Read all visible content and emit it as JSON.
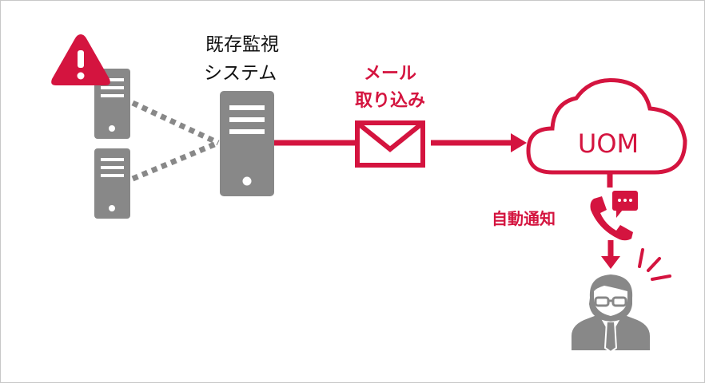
{
  "labels": {
    "monitoring_line1": "既存監視",
    "monitoring_line2": "システム",
    "mail_line1": "メール",
    "mail_line2": "取り込み",
    "cloud": "UOM",
    "notify": "自動通知"
  },
  "icons": [
    "warning-icon",
    "server-icon",
    "envelope-icon",
    "cloud-icon",
    "phone-icon",
    "chat-bubble-icon",
    "person-icon"
  ],
  "colors": {
    "accent": "#d4143f",
    "gray": "#888888",
    "text": "#111111"
  }
}
